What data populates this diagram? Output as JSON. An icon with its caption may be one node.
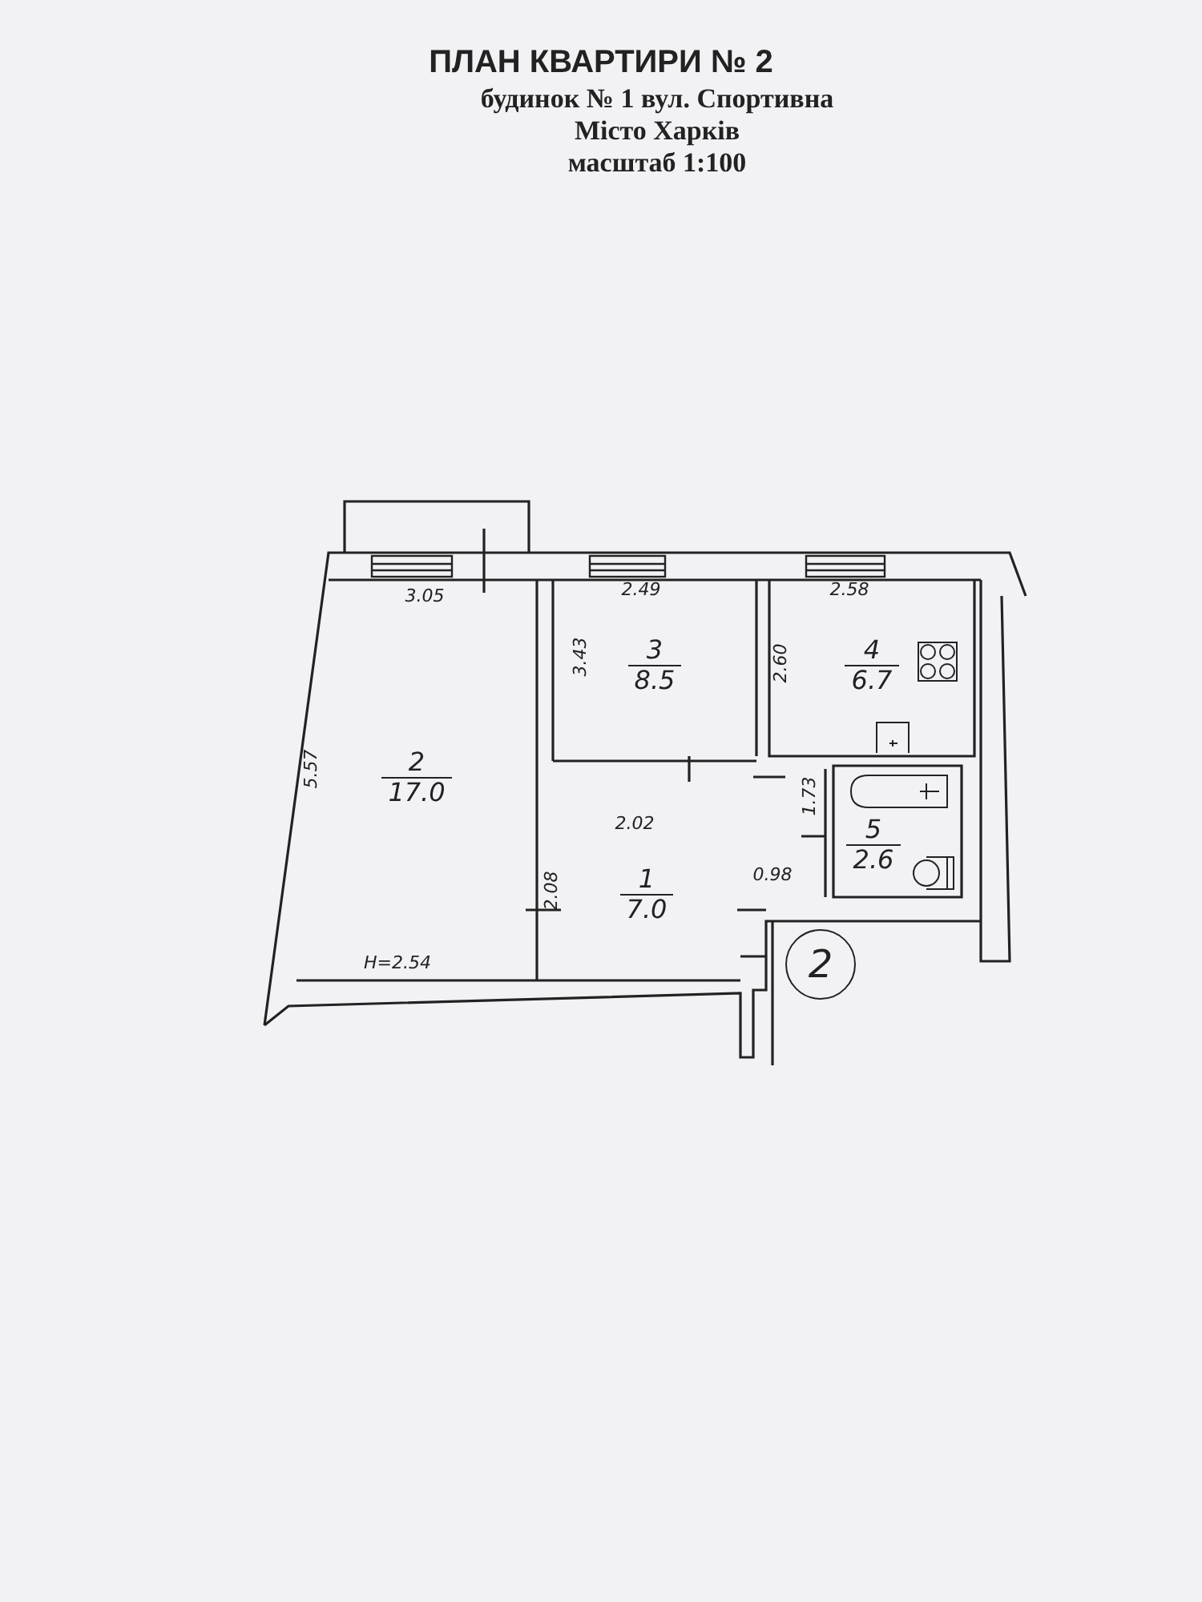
{
  "diagram": {
    "title": "ПЛАН КВАРТИРИ № 2",
    "nodes": [
      {
        "text": [
          "2",
          "17.0"
        ]
      },
      {
        "text": [
          "3",
          "8.5"
        ]
      },
      {
        "text": [
          "4",
          "6.7"
        ]
      },
      {
        "text": [
          "1",
          "7.0"
        ]
      },
      {
        "text": [
          "5",
          "2.6"
        ]
      },
      {
        "text": [
          "2"
        ]
      }
    ],
    "edges": [],
    "labels": [
      "будинок № 1 вул. Спортивна",
      "Місто Харків",
      "масштаб 1:100",
      "3.05",
      "2.49",
      "2.58",
      "3.43",
      "2.60",
      "5.57",
      "2.02",
      "1.73",
      "2.08",
      "0.98",
      "Н=2.54"
    ]
  }
}
